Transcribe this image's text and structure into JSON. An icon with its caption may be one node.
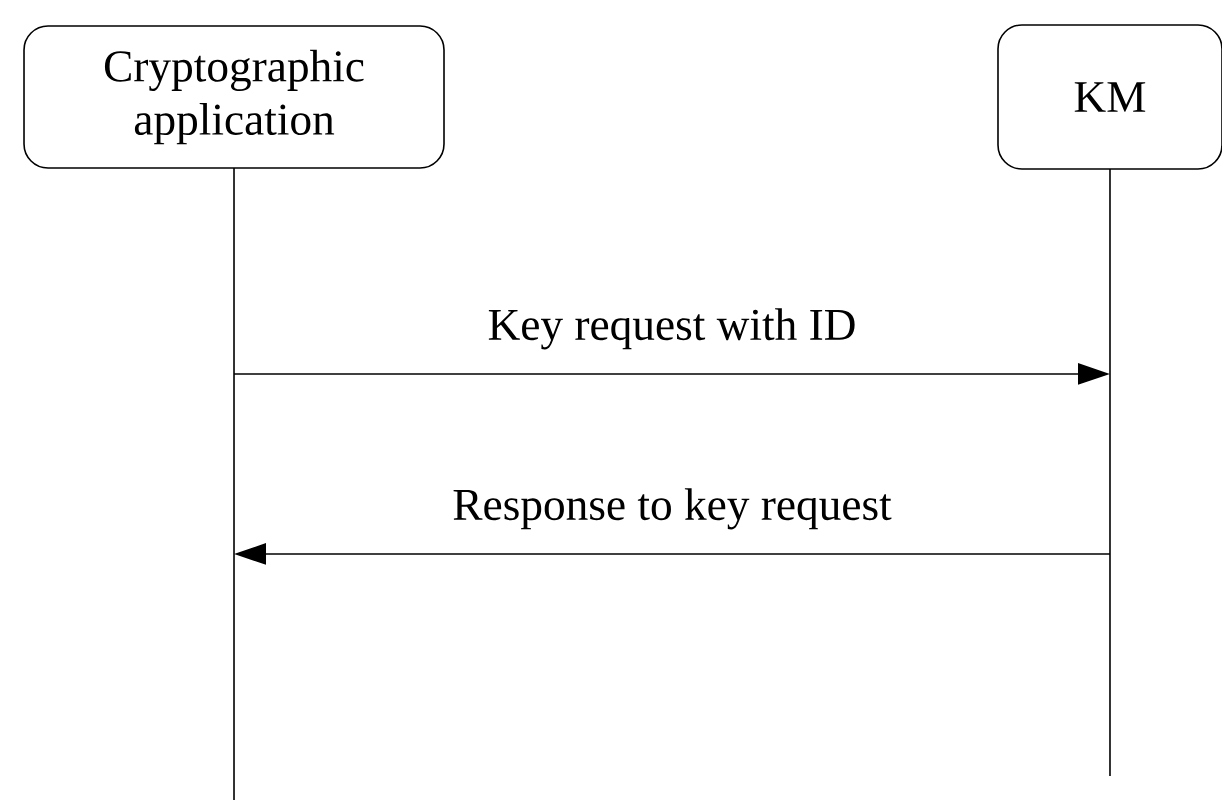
{
  "diagram": {
    "nodes": [
      {
        "text": [
          "Cryptographic application"
        ]
      },
      {
        "text": [
          "KM"
        ]
      }
    ],
    "edges": [
      {
        "from": 0,
        "to": 1,
        "arrow": "to",
        "label": "Key request with ID"
      },
      {
        "from": 1,
        "to": 0,
        "arrow": "to",
        "label": "Response to key request"
      }
    ]
  }
}
